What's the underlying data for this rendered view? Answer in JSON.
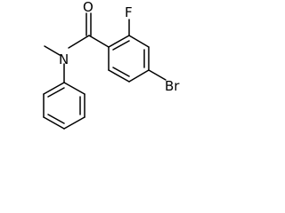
{
  "molecule": {
    "atoms": {
      "oxygen": "O",
      "fluorine": "F",
      "nitrogen": "N",
      "bromine": "Br"
    },
    "colors": {
      "bond": "#000000",
      "label": "#000000",
      "background": "#ffffff"
    }
  }
}
